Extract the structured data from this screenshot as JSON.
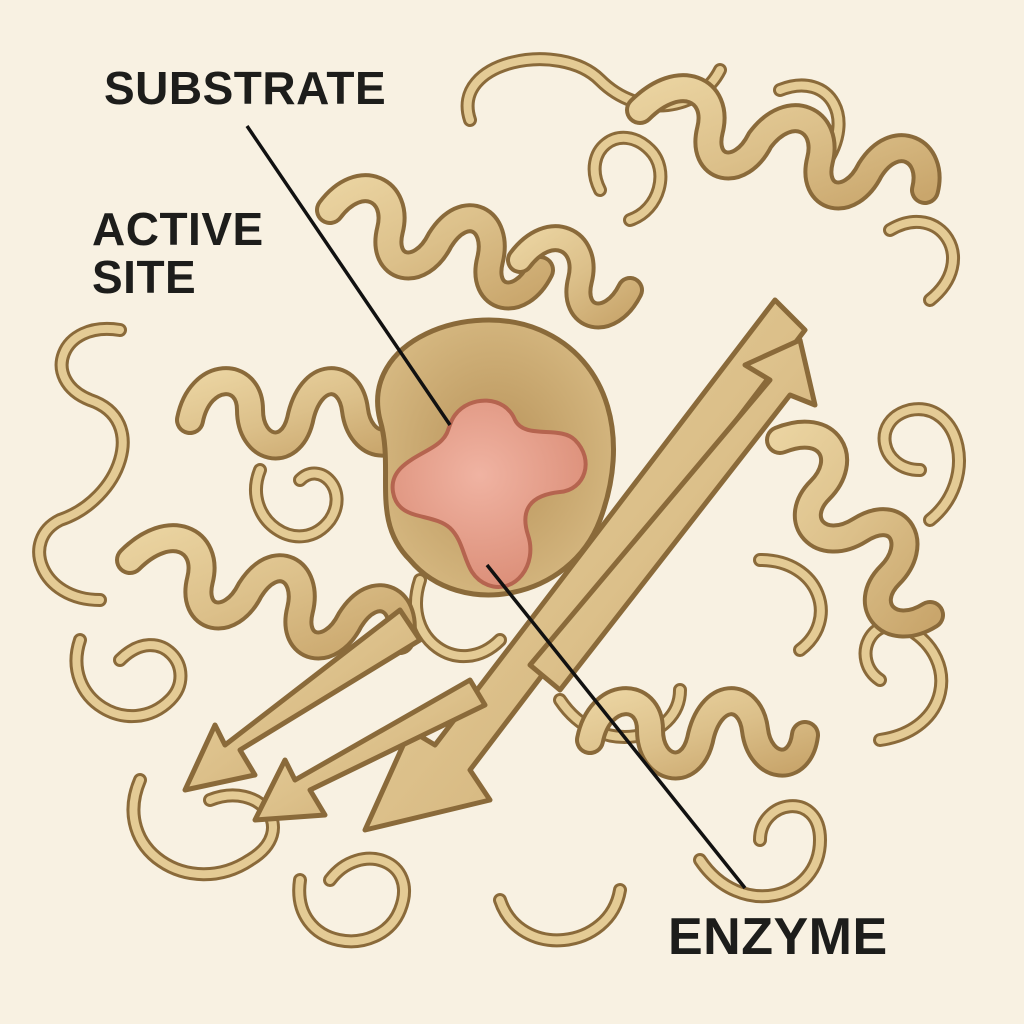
{
  "labels": {
    "substrate": "SUBSTRATE",
    "active_site_line1": "ACTIVE",
    "active_site_line2": "SITE",
    "enzyme": "ENZYME"
  },
  "colors": {
    "background": "#f8f1e2",
    "ribbon_fill": "#dcc08a",
    "ribbon_shade": "#b8935a",
    "ribbon_outline": "#8a6a3a",
    "substrate_fill": "#e39a86",
    "substrate_outline": "#b5644f",
    "leader_line": "#111111"
  },
  "icons": {
    "protein": "ribbon-diagram",
    "substrate": "substrate-molecule-blob"
  }
}
